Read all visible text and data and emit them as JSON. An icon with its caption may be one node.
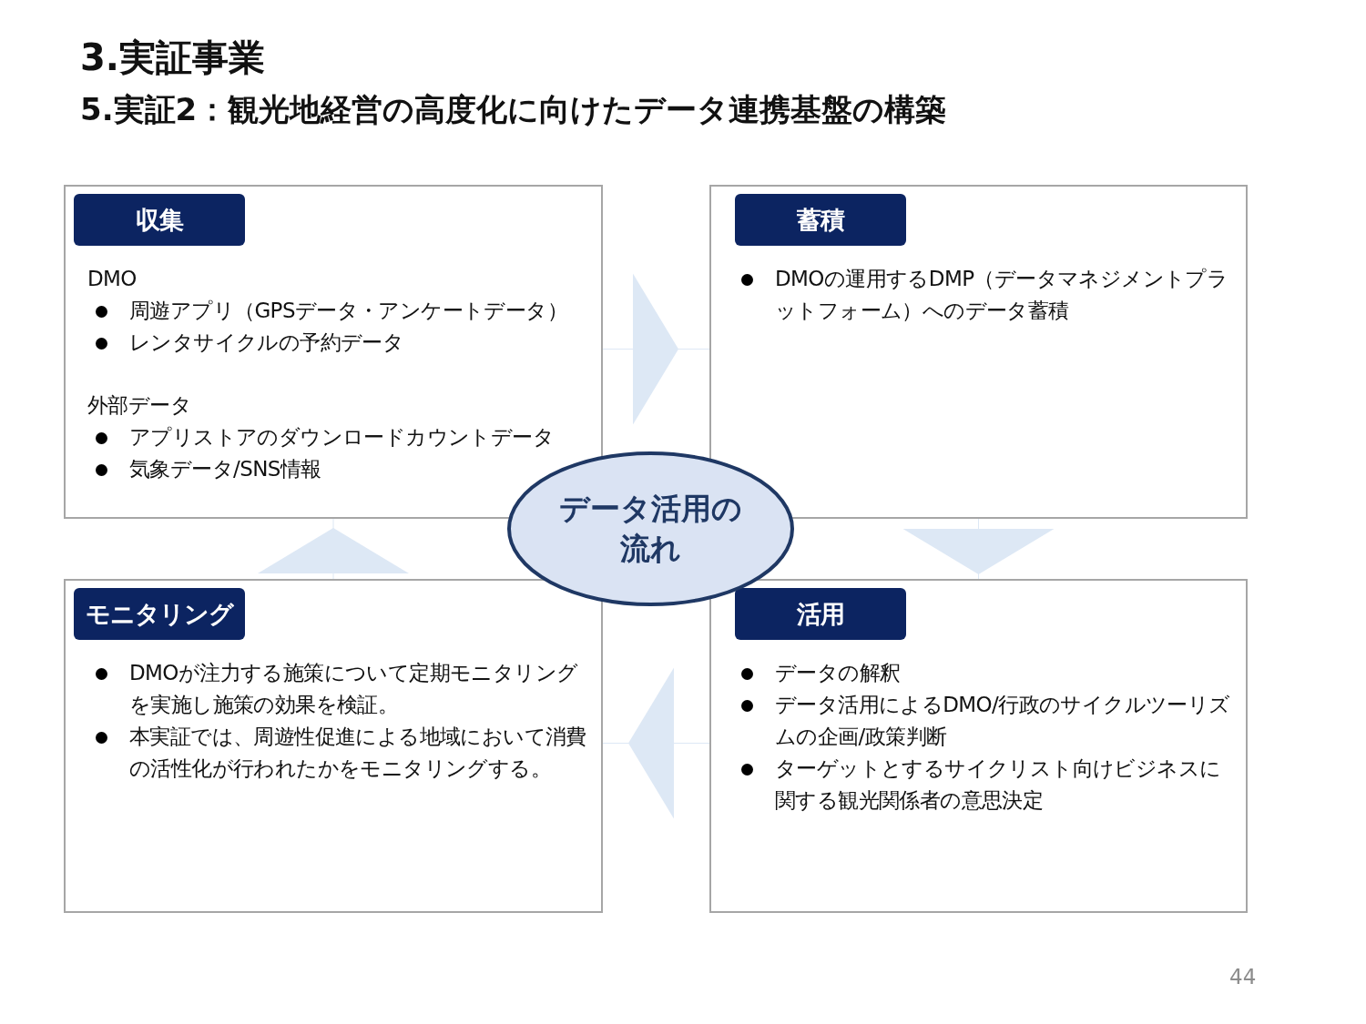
{
  "diagram": {
    "title": "3.実証事業",
    "caption": "5.実証2：観光地経営の高度化に向けたデータ連携基盤の構築",
    "nodes": [
      {
        "text": [
          "DMO",
          "周遊アプリ（GPSデータ・アンケートデータ）",
          "レンタサイクルの予約データ",
          "外部データ",
          "アプリストアのダウンロードカウントデータ",
          "気象データ/SNS情報"
        ]
      },
      {
        "text": [
          "収集"
        ],
        "in": 0
      },
      {
        "text": [
          "DMOの運用するDMP（データマネジメントプラットフォーム）へのデータ蓄積"
        ]
      },
      {
        "text": [
          "蓄積"
        ],
        "in": 2
      },
      {
        "text": [
          "データ活用の流れ"
        ]
      },
      {
        "text": [
          "DMOが注力する施策について定期モニタリングを実施し施策の効果を検証。",
          "本実証では、周遊性促進による地域において消費の活性化が行われたかをモニタリングする。"
        ]
      },
      {
        "text": [
          "モニタリング"
        ],
        "in": 5
      },
      {
        "text": [
          "データの解釈",
          "データ活用によるDMO/行政のサイクルツーリズムの企画/政策判断",
          "ターゲットとするサイクリスト向けビジネスに関する観光関係者の意思決定"
        ]
      },
      {
        "text": [
          "活用"
        ],
        "in": 7
      }
    ],
    "edges": [
      {
        "from": 0,
        "to": 2,
        "arrow": "to"
      },
      {
        "from": 2,
        "to": 7,
        "arrow": "to"
      },
      {
        "from": 7,
        "to": 5,
        "arrow": "to"
      },
      {
        "from": 5,
        "to": 0,
        "arrow": "to"
      }
    ],
    "labels": [
      "44"
    ]
  }
}
